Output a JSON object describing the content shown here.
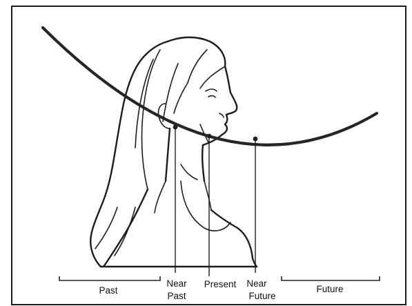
{
  "labels": {
    "past": "Past",
    "near_past_line1": "Near",
    "near_past_line2": "Past",
    "present": "Present",
    "near_future_line1": "Near",
    "near_future_line2": "Future",
    "future": "Future"
  },
  "colors": {
    "ink": "#1c1c1c",
    "background": "#ffffff"
  }
}
